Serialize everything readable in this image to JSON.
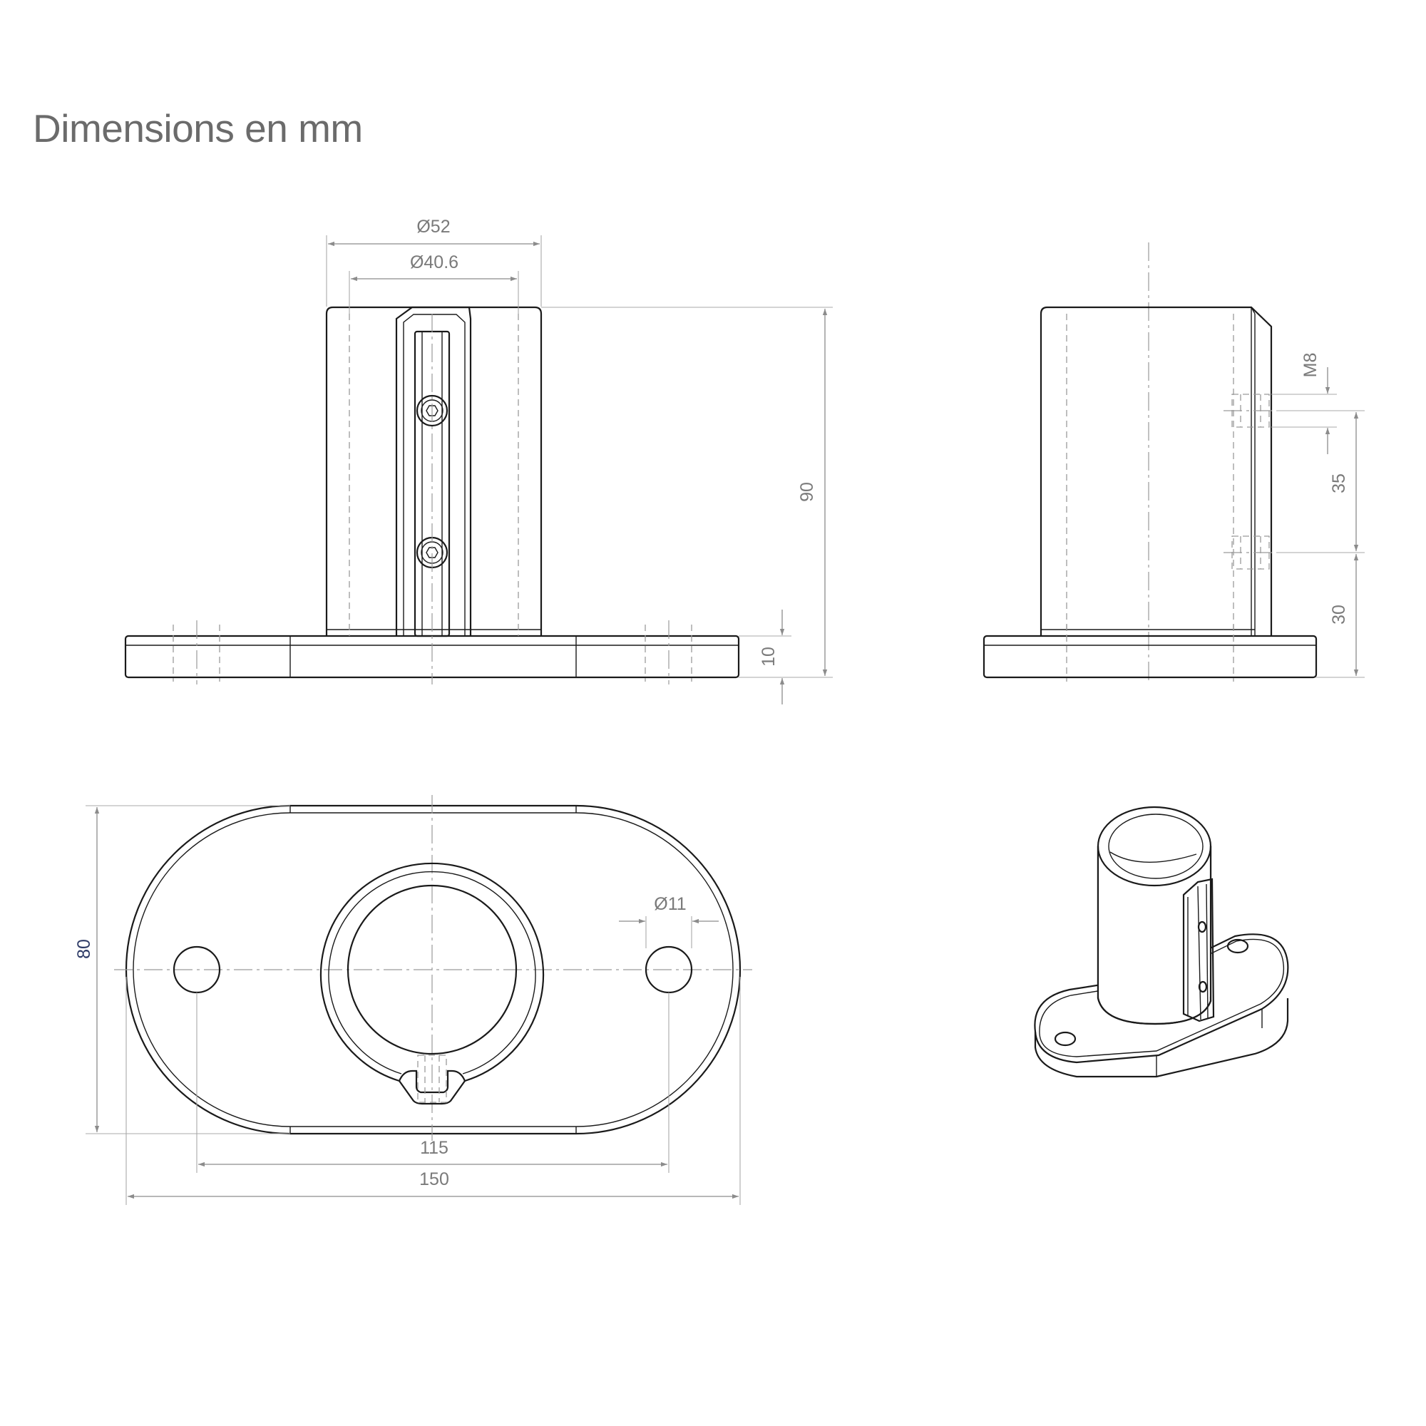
{
  "title": "Dimensions en mm",
  "dimensions": {
    "outer_diameter": "Ø52",
    "inner_diameter": "Ø40.6",
    "height": "90",
    "base_thickness": "10",
    "thread": "M8",
    "hole_spacing_vertical": "35",
    "lower_hole_height": "30",
    "hole_diameter": "Ø11",
    "base_width": "80",
    "hole_spacing": "115",
    "base_length": "150"
  },
  "colors": {
    "outline": "#1a1a1a",
    "dimension": "#8c8c8c",
    "text": "#7a7a7a",
    "width_label": "#2d3a66"
  }
}
